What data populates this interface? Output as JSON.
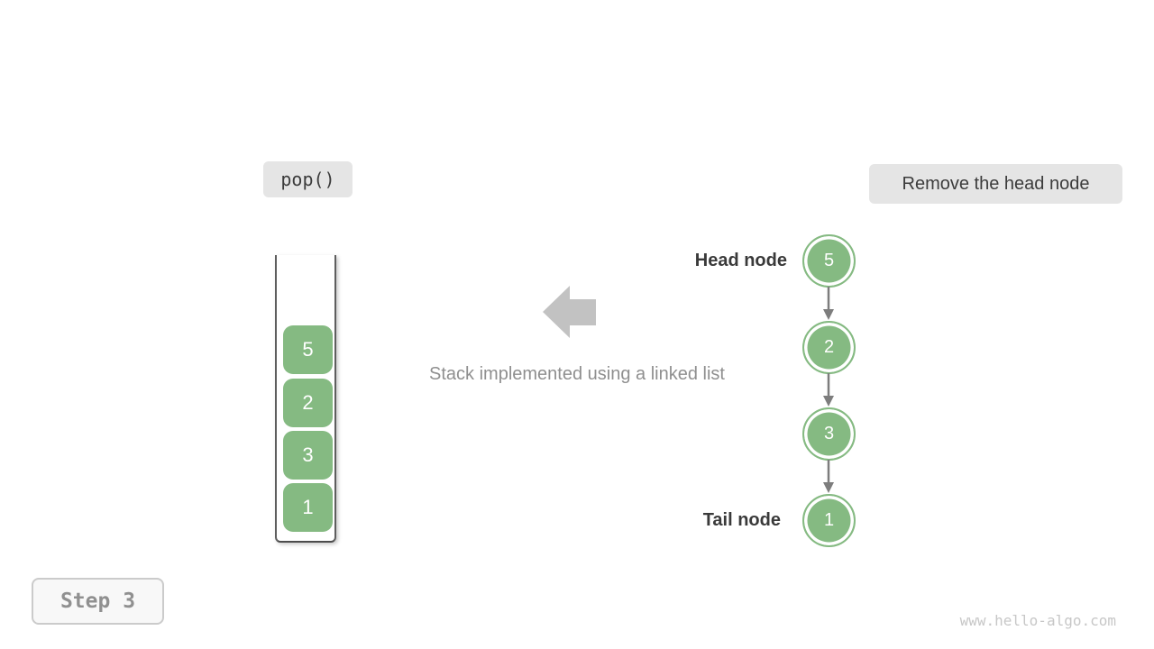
{
  "operation": {
    "label": "pop()",
    "description": "Remove the head node"
  },
  "stack": {
    "caption": "Stack implemented using a linked list",
    "items": [
      "5",
      "2",
      "3",
      "1"
    ]
  },
  "linked_list": {
    "head_label": "Head node",
    "tail_label": "Tail node",
    "nodes": [
      "5",
      "2",
      "3",
      "1"
    ]
  },
  "step": {
    "label": "Step 3"
  },
  "footer": {
    "watermark": "www.hello-algo.com"
  },
  "colors": {
    "node_green": "#85ba82",
    "pill_bg": "#e5e5e5",
    "big_arrow_gray": "#c2c2c2",
    "connector_gray": "#7d7d7d",
    "label_text_dark": "#3a3a3a",
    "caption_gray": "#8f8f8f",
    "watermark_gray": "#c7c7c7"
  }
}
